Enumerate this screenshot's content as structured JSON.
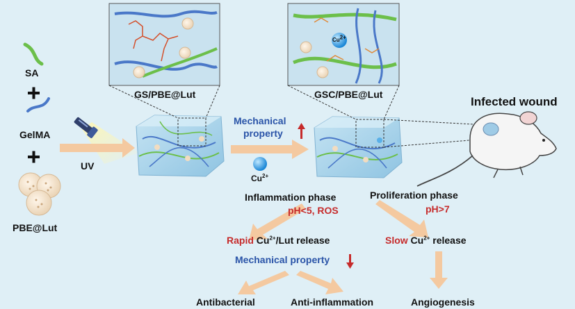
{
  "labels": {
    "sa": "SA",
    "gelma": "GelMA",
    "pbe_lut": "PBE@Lut",
    "uv": "UV",
    "gs_pbe_lut": "GS/PBE@Lut",
    "gsc_pbe_lut": "GSC/PBE@Lut",
    "infected_wound": "Infected wound",
    "mechanical": "Mechanical",
    "property": "property",
    "cu": "Cu",
    "cu_charge": "2+",
    "cu_bead": "Cu",
    "cu_bead_charge": "2+",
    "inflammation_phase": "Inflammation phase",
    "acid_condition": "pH<5, ROS",
    "proliferation_phase": "Proliferation phase",
    "base_condition": "pH>7",
    "rapid": "Rapid",
    "rapid_cu": " Cu",
    "rapid_charge": "2+",
    "rapid_rest": "/Lut release",
    "slow": "Slow",
    "slow_cu": " Cu",
    "slow_charge": "2+",
    "slow_rest": " release",
    "mechanical_property_2": "Mechanical property",
    "antibacterial": "Antibacterial",
    "anti_inflammation": "Anti-inflammation",
    "angiogenesis": "Angiogenesis"
  },
  "colors": {
    "background": "#dfeff6",
    "sa_strand": "#6cbf4a",
    "gelma_strand": "#4a78c8",
    "arrow": "#f4c9a0",
    "emphasis_blue": "#2a54a8",
    "emphasis_red": "#c62b2b",
    "hydrogel": "#a9d3ea"
  },
  "icons": [
    "plus-icon",
    "flashlight-icon",
    "up-arrow-icon",
    "down-arrow-icon",
    "cu-ion-icon",
    "mouse-icon"
  ]
}
